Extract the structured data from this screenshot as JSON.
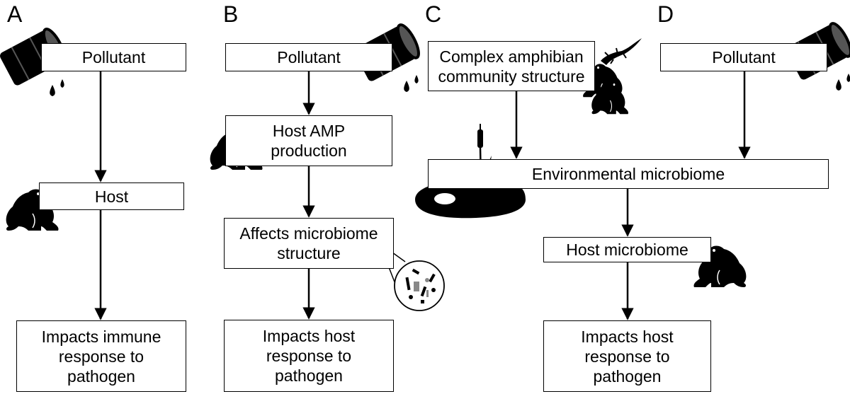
{
  "panels": {
    "A": {
      "letter": "A",
      "pollutant": "Pollutant",
      "host": "Host",
      "outcome": "Impacts immune\nresponse to\npathogen"
    },
    "B": {
      "letter": "B",
      "pollutant": "Pollutant",
      "amp": "Host AMP\nproduction",
      "microbiome": "Affects microbiome\nstructure",
      "outcome": "Impacts host\nresponse to\npathogen"
    },
    "C": {
      "letter": "C",
      "community": "Complex amphibian\ncommunity structure"
    },
    "D": {
      "letter": "D",
      "pollutant": "Pollutant",
      "env_microbiome": "Environmental microbiome",
      "host_microbiome": "Host microbiome",
      "outcome": "Impacts host\nresponse to\npathogen"
    }
  },
  "icons": [
    "oil-barrel-icon",
    "frog-icon",
    "salamander-icon",
    "pond-icon",
    "cattail-icon",
    "microbes-icon"
  ],
  "colors": {
    "line": "#000000",
    "icon": "#000000",
    "box_bg": "#ffffff"
  }
}
